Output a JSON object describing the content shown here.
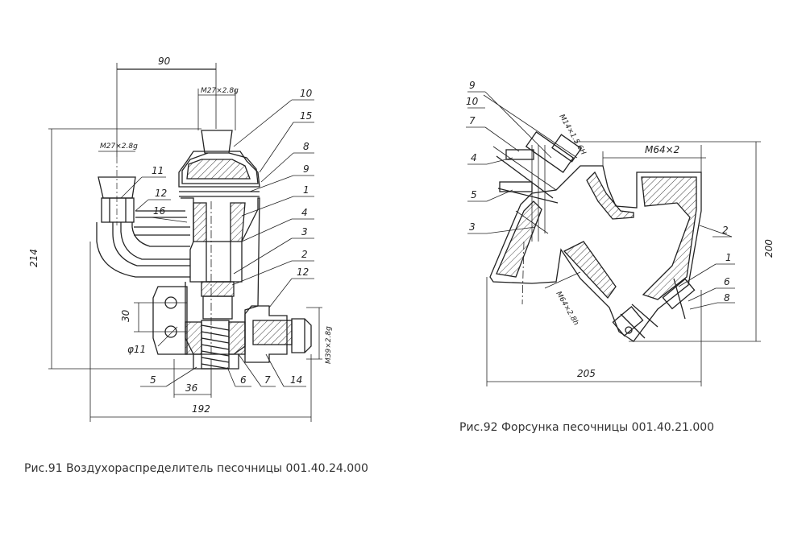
{
  "figure91": {
    "caption": "Рис.91 Воздухораспределитель песочницы 001.40.24.000",
    "dimensions": {
      "d90": "90",
      "m27_top": "M27×2.8g",
      "m27_left": "M27×2.8g",
      "d214": "214",
      "d30": "30",
      "d11": "φ11",
      "d36": "36",
      "d192": "192",
      "m39": "M39×2.8g"
    },
    "callouts": {
      "c10": "10",
      "c15": "15",
      "c8": "8",
      "c9": "9",
      "c1": "1",
      "c4": "4",
      "c3": "3",
      "c2": "2",
      "c12a": "12",
      "c11": "11",
      "c12b": "12",
      "c16": "16",
      "c5": "5",
      "c6": "6",
      "c7": "7",
      "c14": "14"
    }
  },
  "figure92": {
    "caption": "Рис.92 Форсунка песочницы 001.40.21.000",
    "dimensions": {
      "m14": "M14×1.5 6H",
      "m64": "M64×2",
      "m64b": "M64×2.8h",
      "d200": "200",
      "d205": "205"
    },
    "callouts": {
      "c9": "9",
      "c10": "10",
      "c7": "7",
      "c4": "4",
      "c5": "5",
      "c3": "3",
      "c2": "2",
      "c1": "1",
      "c6": "6",
      "c8": "8"
    }
  }
}
